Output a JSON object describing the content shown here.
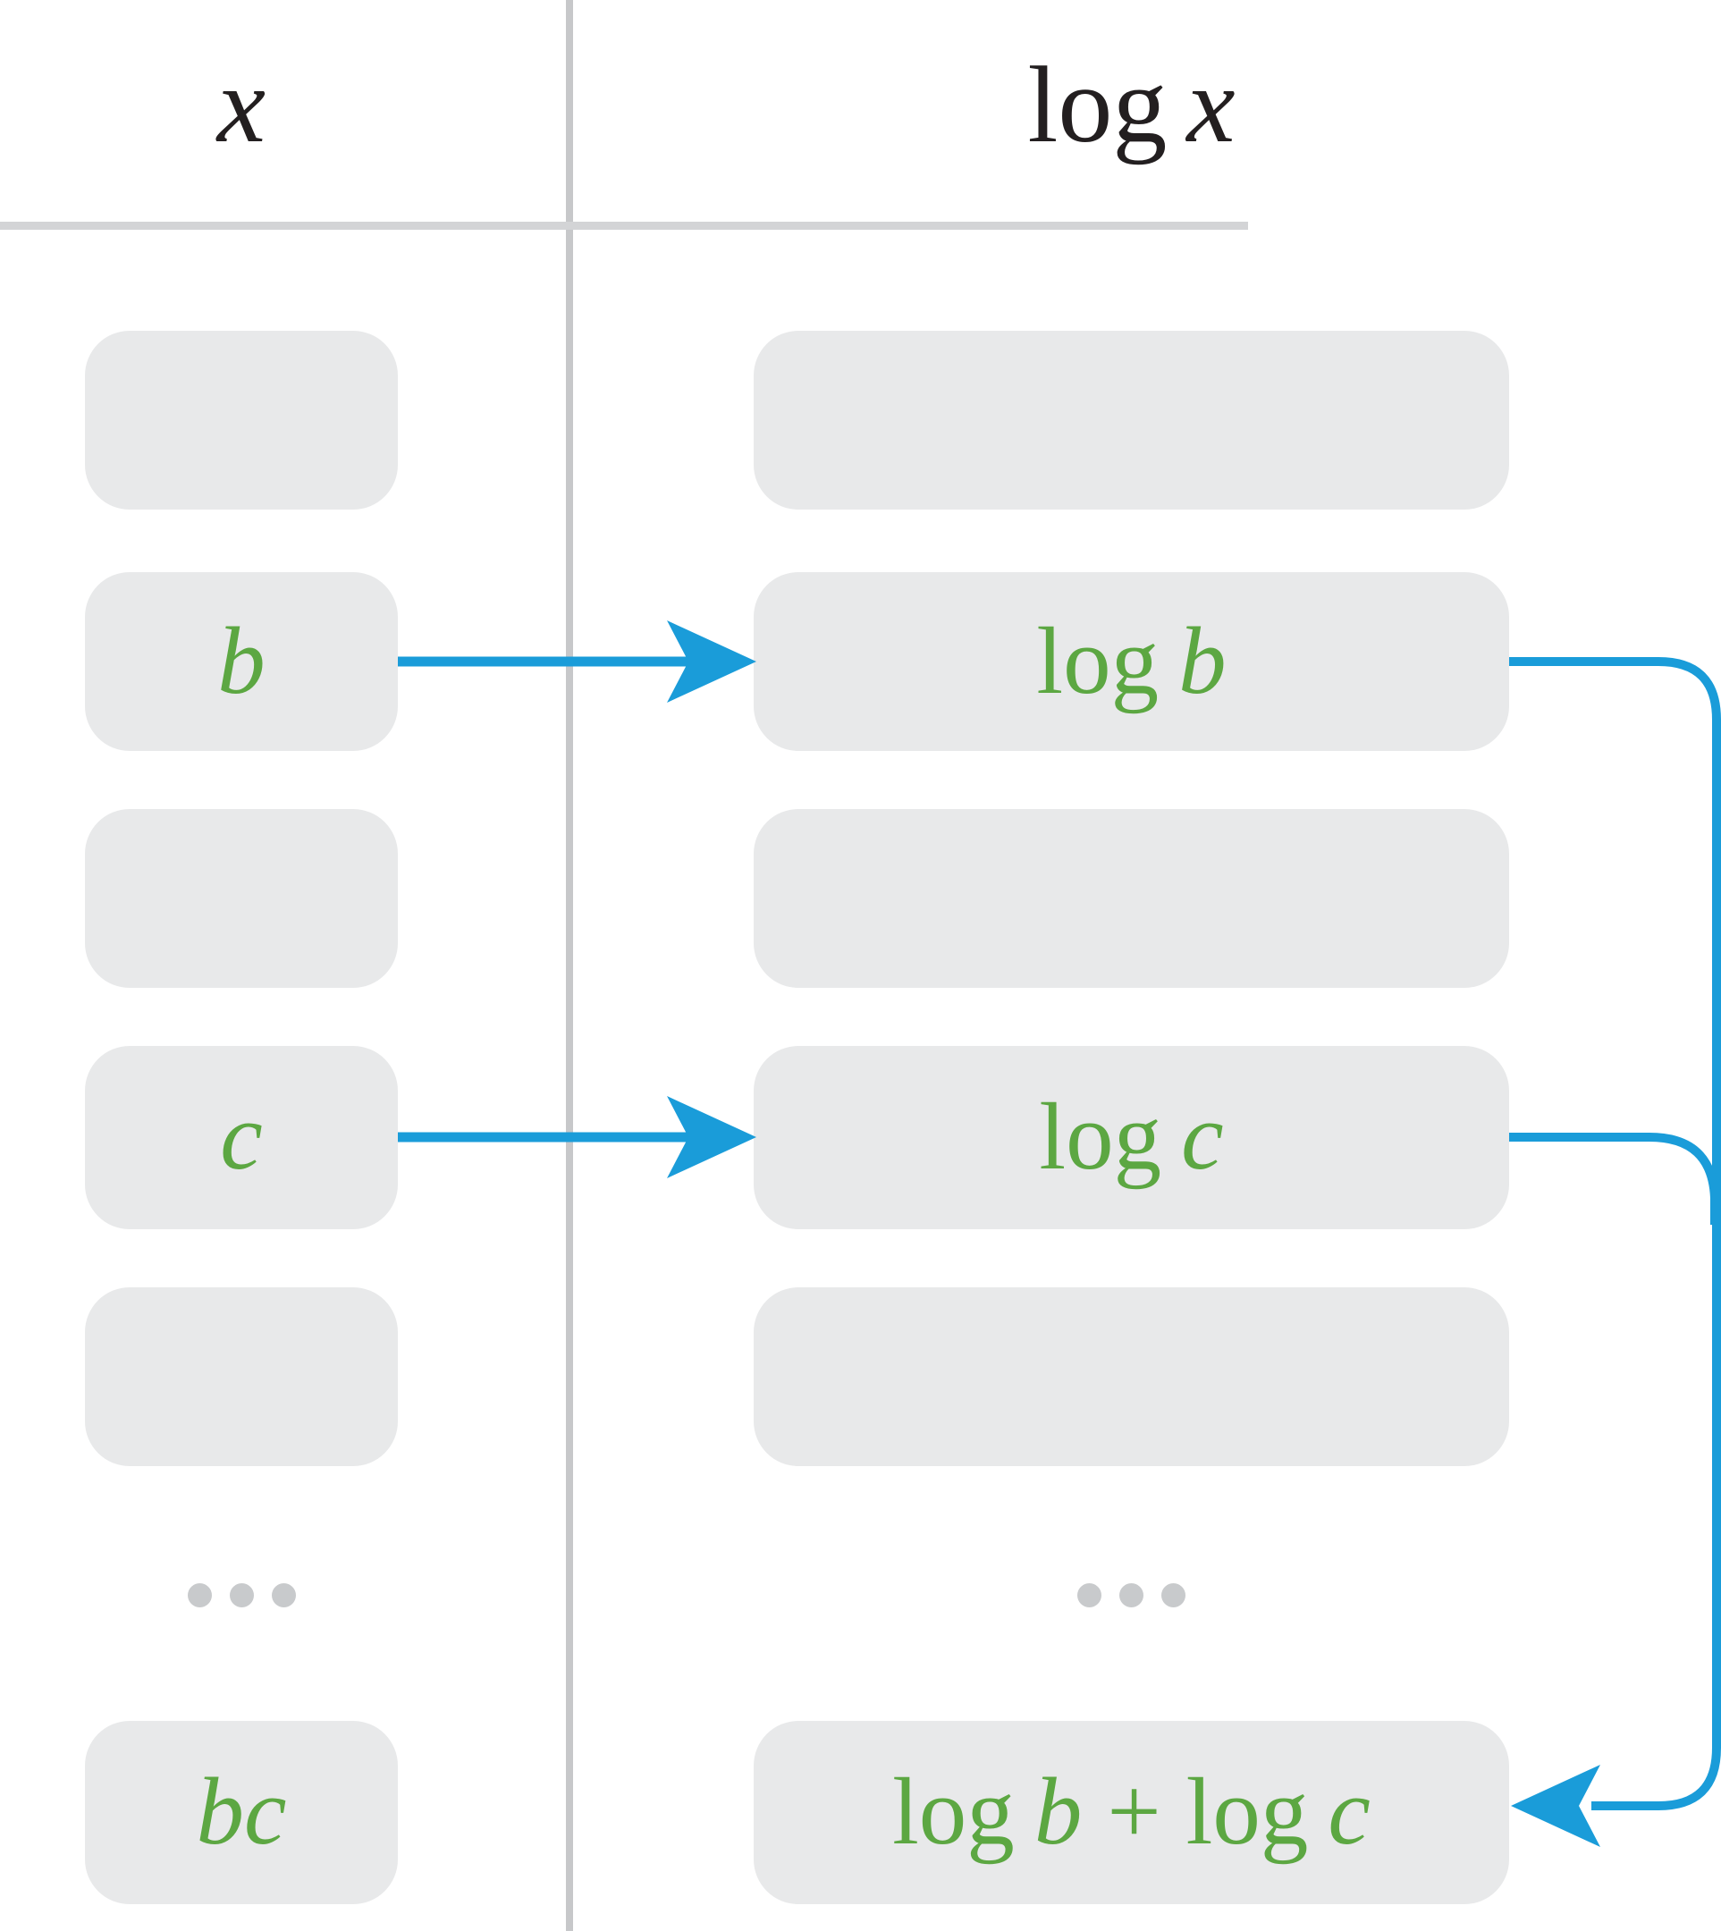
{
  "colors": {
    "blue": "#1a9cd9",
    "green": "#5ca742",
    "box_fill": "#e8e9ea",
    "divider_gray": "#c7c8ca",
    "rule_gray": "#d3d4d6",
    "dot_gray": "#c8cacc",
    "header_text": "#231f20",
    "background": "#ffffff"
  },
  "headers": {
    "x": {
      "var": "x"
    },
    "logx": {
      "fn": "log",
      "var": "x"
    }
  },
  "rows": {
    "b": {
      "x": {
        "var": "b"
      },
      "logx": {
        "fn": "log",
        "var": "b"
      }
    },
    "c": {
      "x": {
        "var": "c"
      },
      "logx": {
        "fn": "log",
        "var": "c"
      }
    },
    "bc": {
      "x": {
        "var": "bc"
      },
      "logx": {
        "fn1": "log",
        "var1": "b",
        "op": "+",
        "fn2": "log",
        "var2": "c"
      }
    }
  },
  "ellipsis": {
    "dot_count": 3
  },
  "arrows": [
    {
      "from": "b",
      "to": "log b"
    },
    {
      "from": "c",
      "to": "log c"
    },
    {
      "from": "log b",
      "to": "log b + log c"
    },
    {
      "from": "log c",
      "to": "log b + log c"
    }
  ]
}
